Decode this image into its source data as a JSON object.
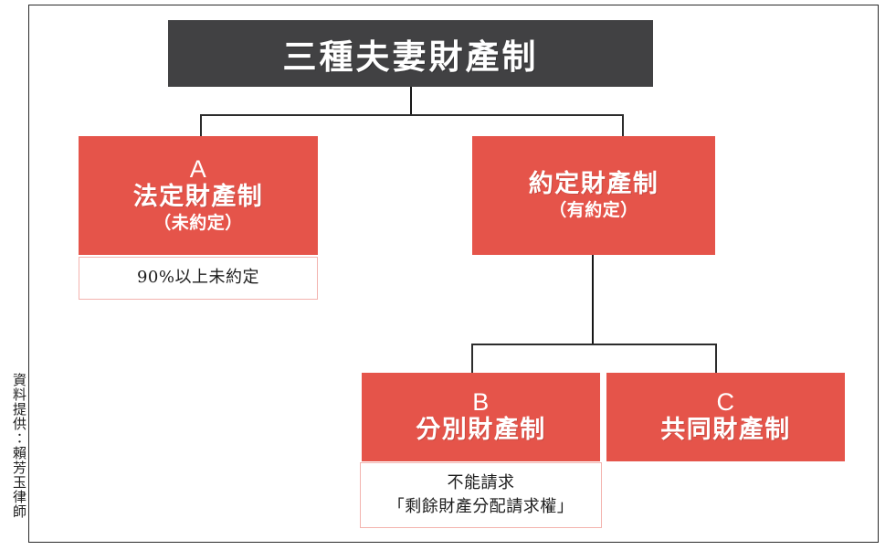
{
  "diagram": {
    "title_box": {
      "text": "三種夫妻財產制",
      "bg_color": "#414143",
      "text_color": "#ffffff"
    },
    "accent_color": "#e5544a",
    "note_border_color": "#f3b3ae",
    "credit": "資料提供：賴芳玉律師",
    "nodes": [
      {
        "id": "legal",
        "letter": "A",
        "label": "法定財產制",
        "sub": "（未約定）",
        "note": [
          "90%以上未約定"
        ]
      },
      {
        "id": "agreed",
        "letter": "",
        "label": "約定財產制",
        "sub": "（有約定）",
        "note": []
      },
      {
        "id": "separate",
        "letter": "B",
        "label": "分別財產制",
        "sub": "",
        "note": [
          "不能請求",
          "「剩餘財產分配請求權」"
        ]
      },
      {
        "id": "common",
        "letter": "C",
        "label": "共同財產制",
        "sub": "",
        "note": []
      }
    ]
  }
}
